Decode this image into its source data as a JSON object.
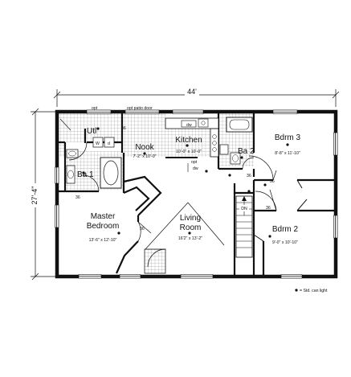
{
  "plan": {
    "dimensions": {
      "width": "44'",
      "depth": "27'-4\""
    },
    "callouts": {
      "opt": "opt",
      "opt_patio_door": "opt patio door",
      "opt_dw": "opt dw",
      "dw": "dw",
      "w": "W",
      "d": "d",
      "dw_kitchen": "dw",
      "door_36": "36"
    },
    "rooms": {
      "utl": {
        "name": "Utl"
      },
      "nook": {
        "name": "Nook",
        "size": "7'-2\" x 10'-0\""
      },
      "kitchen": {
        "name": "Kitchen",
        "size": "10'-0\" x 10'-0\""
      },
      "ba2": {
        "name": "Ba 2"
      },
      "bdrm3": {
        "name": "Bdrm 3",
        "size": "8'-8\" x 11'-10\""
      },
      "ba1": {
        "name": "Ba 1"
      },
      "master": {
        "name": "Master Bedroom",
        "name_line1": "Master",
        "name_line2": "Bedroom",
        "size": "13'-6\" x 12'-10\""
      },
      "living": {
        "name": "Living Room",
        "name_line1": "Living",
        "name_line2": "Room",
        "size": "16'2\" x 13'-2\""
      },
      "bdrm2": {
        "name": "Bdrm 2",
        "size": "9'-0\" x 10'-10\""
      }
    },
    "stairs": {
      "label": "DN"
    },
    "legend": {
      "label": "= Std. can light"
    }
  }
}
